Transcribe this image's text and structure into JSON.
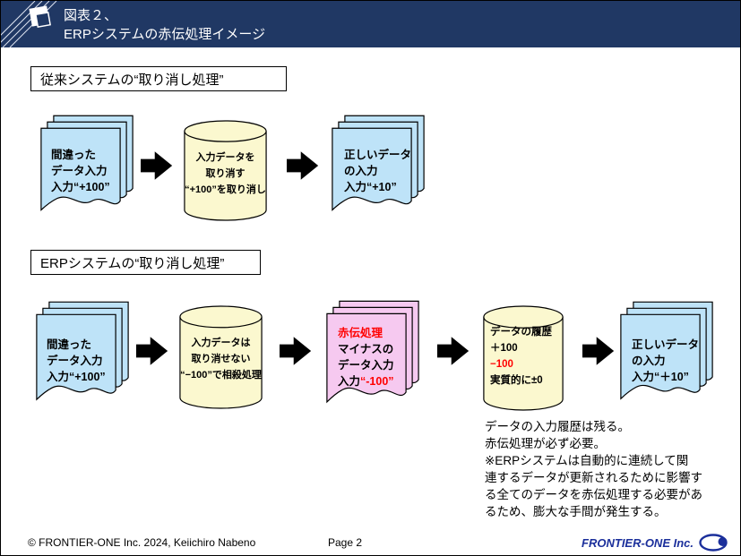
{
  "header": {
    "line1": "図表２、",
    "line2": "ERPシステムの赤伝処理イメージ"
  },
  "sections": {
    "legacy": {
      "title": "従来システムの“取り消し処理”",
      "doc_wrong": [
        "間違った",
        "データ入力",
        "入力“+100”"
      ],
      "cylinder": [
        "入力データを",
        "取り消す",
        "“+100”を取り消し"
      ],
      "doc_correct": [
        "正しいデータ",
        "の入力",
        "入力“+10”"
      ]
    },
    "erp": {
      "title": "ERPシステムの“取り消し処理”",
      "doc_wrong": [
        "間違った",
        "データ入力",
        "入力“+100”"
      ],
      "cylinder_cancel": [
        "入力データは",
        "取り消せない",
        "“−100”で相殺処理"
      ],
      "doc_red": {
        "title": "赤伝処理",
        "line2": "マイナスの",
        "line3": "データ入力",
        "line4_prefix": "入力",
        "line4_value": "“-100”"
      },
      "cylinder_history": {
        "line1": "データの履歴",
        "line2": "＋100",
        "line3": "−100",
        "line4": "実質的に±0"
      },
      "doc_correct": [
        "正しいデータ",
        "の入力",
        "入力“＋10”"
      ]
    }
  },
  "note": {
    "lines": [
      "データの入力履歴は残る。",
      "赤伝処理が必ず必要。",
      "※ERPシステムは自動的に連続して関",
      "連するデータが更新されるために影響す",
      "る全てのデータを赤伝処理する必要があ",
      "るため、膨大な手間が発生する。"
    ]
  },
  "footer": {
    "copyright": "© FRONTIER-ONE Inc. 2024,  Keiichiro  Nabeno",
    "page": "Page 2",
    "brand": "FRONTIER-ONE Inc."
  },
  "colors": {
    "header_navy": "#203864",
    "doc_blue": "#BEE3F8",
    "cylinder_yellow": "#FBF8CF",
    "doc_pink": "#F6C9F0",
    "highlight_red": "#FF0000",
    "brand_blue": "#1B2F9B"
  },
  "icons": {
    "arrow": "right-block-arrow",
    "database": "cylinder-shape",
    "document": "wavy-document-stack",
    "logo": "ellipse-with-dot"
  }
}
